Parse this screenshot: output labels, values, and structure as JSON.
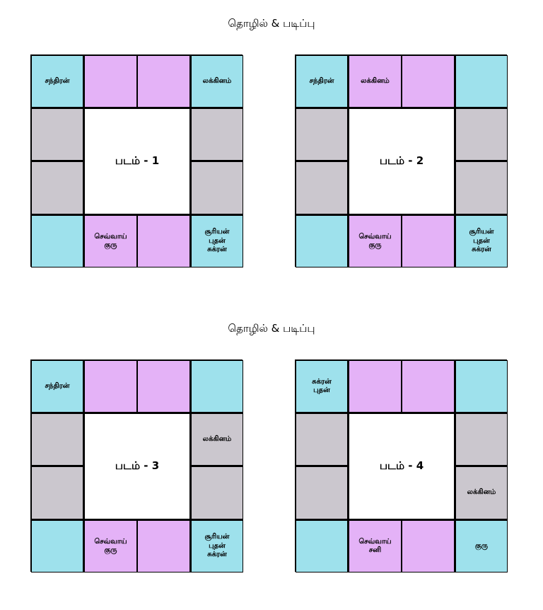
{
  "section_titles": [
    "தொழில் & படிப்பு",
    "தொழில் & படிப்பு"
  ],
  "colors": {
    "cyan": "#9ee1ec",
    "purple": "#e4b2f7",
    "gray": "#cbc7ce"
  },
  "charts": [
    {
      "label": "படம் - 1",
      "cells": {
        "r1c1": "சந்திரன்",
        "r1c2": "",
        "r1c3": "",
        "r1c4": "லக்கினம்",
        "r2c1": "",
        "r2c4": "",
        "r3c1": "",
        "r3c4": "",
        "r4c1": "",
        "r4c2": "செவ்வாய்\nகுரு",
        "r4c3": "",
        "r4c4": "சூரியன்\nபுதன்\nசுக்ரன்"
      }
    },
    {
      "label": "படம் - 2",
      "cells": {
        "r1c1": "சந்திரன்",
        "r1c2": "லக்கினம்",
        "r1c3": "",
        "r1c4": "",
        "r2c1": "",
        "r2c4": "",
        "r3c1": "",
        "r3c4": "",
        "r4c1": "",
        "r4c2": "செவ்வாய்\nகுரு",
        "r4c3": "",
        "r4c4": "சூரியன்\nபுதன்\nசுக்ரன்"
      }
    },
    {
      "label": "படம் - 3",
      "cells": {
        "r1c1": "சந்திரன்",
        "r1c2": "",
        "r1c3": "",
        "r1c4": "",
        "r2c1": "",
        "r2c4": "லக்கினம்",
        "r3c1": "",
        "r3c4": "",
        "r4c1": "",
        "r4c2": "செவ்வாய்\nகுரு",
        "r4c3": "",
        "r4c4": "சூரியன்\nபுதன்\nசுக்ரன்"
      }
    },
    {
      "label": "படம் - 4",
      "cells": {
        "r1c1": "சுக்ரன்\nபுதன்",
        "r1c2": "",
        "r1c3": "",
        "r1c4": "",
        "r2c1": "",
        "r2c4": "",
        "r3c1": "",
        "r3c4": "லக்கினம்",
        "r4c1": "",
        "r4c2": "செவ்வாய்\nசனி",
        "r4c3": "",
        "r4c4": "குரு"
      }
    }
  ]
}
